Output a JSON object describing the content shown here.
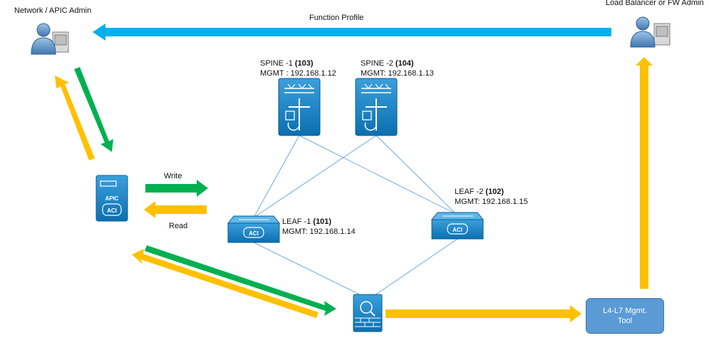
{
  "labels": {
    "network_admin": "Network / APIC Admin",
    "lb_fw_admin": "Load Balancer or FW Admin",
    "function_profile": "Function Profile",
    "write": "Write",
    "read": "Read",
    "apic": "APIC",
    "aci": "ACI",
    "l4l7_tool_line1": "L4-L7 Mgmt.",
    "l4l7_tool_line2": "Tool"
  },
  "nodes": {
    "spine1": {
      "name": "SPINE -1 ",
      "id": "(103)",
      "mgmt": "MGMT : 192.168.1.12"
    },
    "spine2": {
      "name": "SPINE -2 ",
      "id": "(104)",
      "mgmt": "MGMT: 192.168.1.13"
    },
    "leaf1": {
      "name": "LEAF -1 ",
      "id": "(101)",
      "mgmt": "MGMT: 192.168.1.14"
    },
    "leaf2": {
      "name": "LEAF -2 ",
      "id": "(102)",
      "mgmt": "MGMT: 192.168.1.15"
    }
  },
  "colors": {
    "blue_arrow": "#00b0f0",
    "green_arrow": "#00b050",
    "yellow_arrow": "#ffc000",
    "device_blue": "#1e88c7",
    "link_line": "#6fa8dc",
    "tool_box": "#5b9bd5"
  }
}
